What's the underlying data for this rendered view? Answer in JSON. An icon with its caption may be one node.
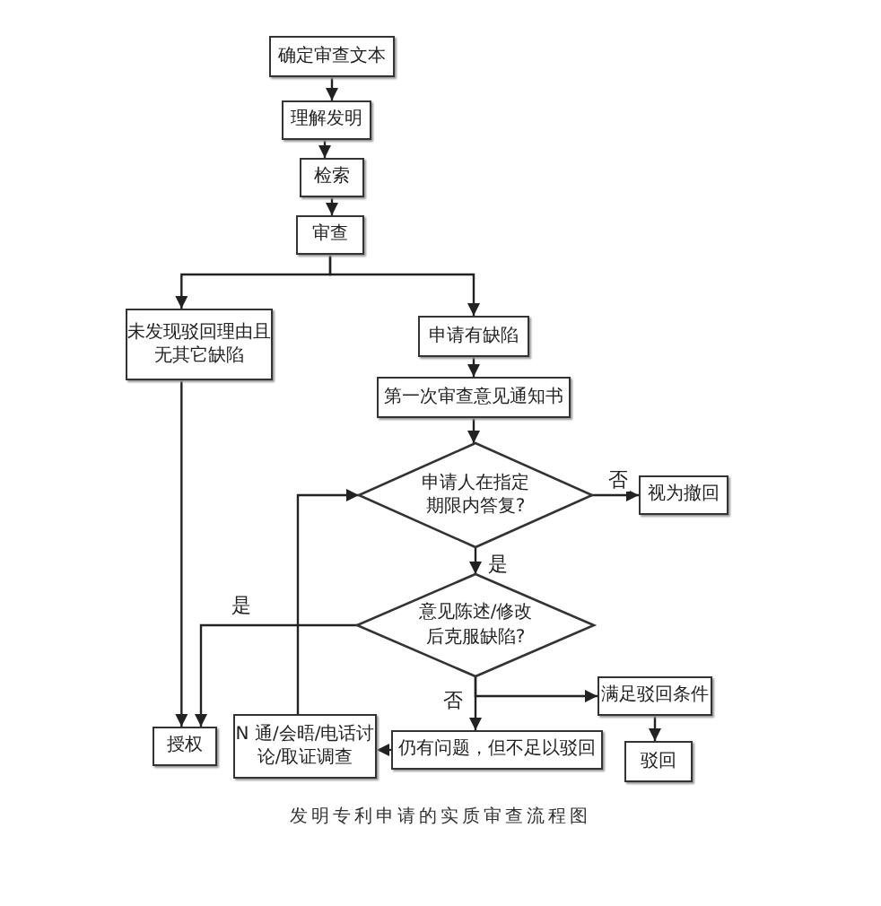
{
  "diagram": {
    "caption": "发明专利申请的实质审查流程图",
    "nodes": [
      {
        "text": [
          "确定审查文本"
        ]
      },
      {
        "text": [
          "理解发明"
        ]
      },
      {
        "text": [
          "检索"
        ]
      },
      {
        "text": [
          "审查"
        ]
      },
      {
        "text": [
          "未发现驳回理由且无其它缺陷"
        ]
      },
      {
        "text": [
          "申请有缺陷"
        ]
      },
      {
        "text": [
          "第一次审查意见通知书"
        ]
      },
      {
        "text": [
          "申请人在指定期限内答复?"
        ]
      },
      {
        "text": [
          "视为撤回"
        ]
      },
      {
        "text": [
          "意见陈述/修改后克服缺陷?"
        ]
      },
      {
        "text": [
          "满足驳回条件"
        ]
      },
      {
        "text": [
          "授权"
        ]
      },
      {
        "text": [
          "N 通/会晤/电话讨论/取证调查"
        ]
      },
      {
        "text": [
          "仍有问题，但不足以驳回"
        ]
      },
      {
        "text": [
          "驳回"
        ]
      }
    ],
    "edges": [
      {
        "from": 0,
        "to": 1,
        "arrow": "to"
      },
      {
        "from": 1,
        "to": 2,
        "arrow": "to"
      },
      {
        "from": 2,
        "to": 3,
        "arrow": "to"
      },
      {
        "from": 3,
        "to": 4,
        "arrow": "to"
      },
      {
        "from": 3,
        "to": 5,
        "arrow": "to"
      },
      {
        "from": 5,
        "to": 6,
        "arrow": "to"
      },
      {
        "from": 6,
        "to": 7,
        "arrow": "to"
      },
      {
        "from": 7,
        "to": 8,
        "arrow": "to",
        "label": "否"
      },
      {
        "from": 7,
        "to": 9,
        "arrow": "to",
        "label": "是"
      },
      {
        "from": 9,
        "to": 11,
        "arrow": "to",
        "label": "是"
      },
      {
        "from": 4,
        "to": 11,
        "arrow": "to"
      },
      {
        "from": 9,
        "to": 13,
        "arrow": "to",
        "label": "否"
      },
      {
        "from": 9,
        "to": 10,
        "arrow": "to"
      },
      {
        "from": 13,
        "to": 12,
        "arrow": "to"
      },
      {
        "from": 12,
        "to": 7,
        "arrow": "to"
      },
      {
        "from": 10,
        "to": 14,
        "arrow": "to"
      }
    ]
  }
}
